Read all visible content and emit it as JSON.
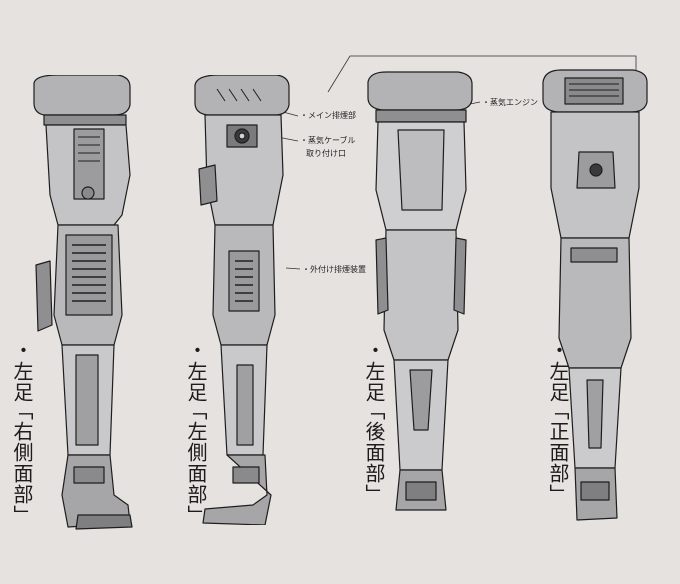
{
  "annotations": {
    "main_exhaust": "・メイン排煙部",
    "steam_cable": "・蒸気ケーブル",
    "mount": "取り付け口",
    "external_exhaust": "・外付け排煙装置",
    "steam_engine": "・蒸気エンジン"
  },
  "views": [
    {
      "title": "・左足",
      "subtitle": "「右側面部」"
    },
    {
      "title": "・左足",
      "subtitle": "「左側面部」"
    },
    {
      "title": "・左足",
      "subtitle": "「後面部」"
    },
    {
      "title": "・左足",
      "subtitle": "「正面部」"
    }
  ],
  "colors": {
    "background": "#e6e2df",
    "armor": "#a9a9ab",
    "armor_light": "#c4c4c6",
    "line": "#1e1e1e"
  }
}
